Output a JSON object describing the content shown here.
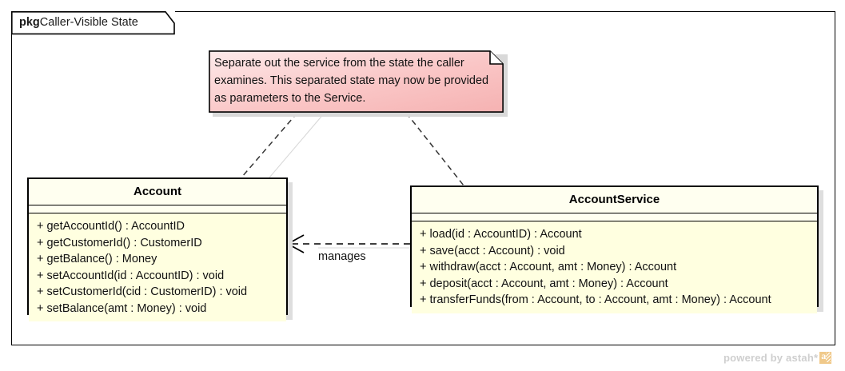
{
  "diagram": {
    "tool_watermark": "powered by astah*",
    "package": {
      "stereotype": "pkg",
      "name": "Caller-Visible State"
    },
    "note": {
      "text": "Separate out the service from the state the caller examines. This separated state may now be provided as parameters to the Service.",
      "fill_start": "#fde6e6",
      "fill_end": "#f7b8b8",
      "border": "#000000"
    },
    "classes": [
      {
        "name": "Account",
        "attributes": [],
        "operations": [
          "+ getAccountId() : AccountID",
          "+ getCustomerId() : CustomerID",
          "+ getBalance() : Money",
          "+ setAccountId(id : AccountID) : void",
          "+ setCustomerId(cid : CustomerID) : void",
          "+ setBalance(amt : Money) : void"
        ]
      },
      {
        "name": "AccountService",
        "attributes": [],
        "operations": [
          "+ load(id : AccountID) : Account",
          "+ save(acct : Account) : void",
          "+ withdraw(acct : Account, amt : Money) : Account",
          "+ deposit(acct : Account, amt : Money) : Account",
          "+ transferFunds(from : Account, to : Account, amt : Money) : Account"
        ]
      }
    ],
    "relationships": [
      {
        "label": "manages",
        "type": "dependency",
        "source": "AccountService",
        "target": "Account"
      }
    ],
    "colors": {
      "class_fill": "#ffffe0",
      "class_border": "#000000",
      "shadow": "#dedede"
    }
  }
}
